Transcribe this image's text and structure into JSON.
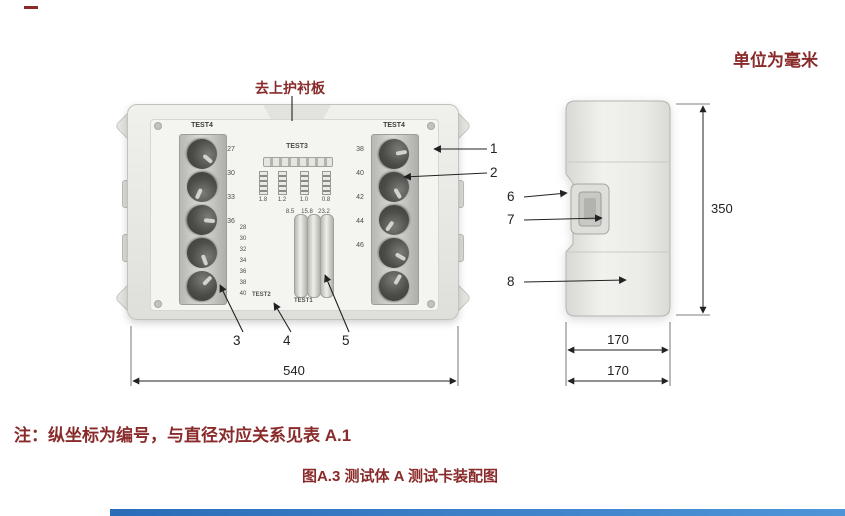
{
  "colors": {
    "doc_text": "#8a2b2b",
    "line": "#222222",
    "footer_bar": "#2b6cb8"
  },
  "labels": {
    "unit": "单位为毫米",
    "remove_cover": "去上护衬板",
    "note": "注：纵坐标为编号，与直径对应关系见表 A.1",
    "caption": "图A.3 测试体 A 测试卡装配图"
  },
  "callouts": [
    "1",
    "2",
    "3",
    "4",
    "5",
    "6",
    "7",
    "8"
  ],
  "dimensions": {
    "front_width": "540",
    "side_height": "350",
    "side_width": "170",
    "side_depth": "170"
  },
  "front_panel": {
    "left_dial_title": "TEST4",
    "right_dial_title": "TEST4",
    "center_title": "TEST3",
    "bottom_left_label": "TEST2",
    "bottom_center_label": "TEST1",
    "left_scale": [
      "27",
      "30",
      "33",
      "36"
    ],
    "mid_scale": [
      "28",
      "30",
      "32",
      "34",
      "36",
      "38",
      "40"
    ],
    "right_scale": [
      "38",
      "40",
      "42",
      "44",
      "46"
    ],
    "gauge_values_top": [
      "1.8",
      "1.2",
      "1.0",
      "0.8"
    ],
    "gauge_values_bottom": [
      "8.5",
      "15.8",
      "23.2"
    ]
  }
}
